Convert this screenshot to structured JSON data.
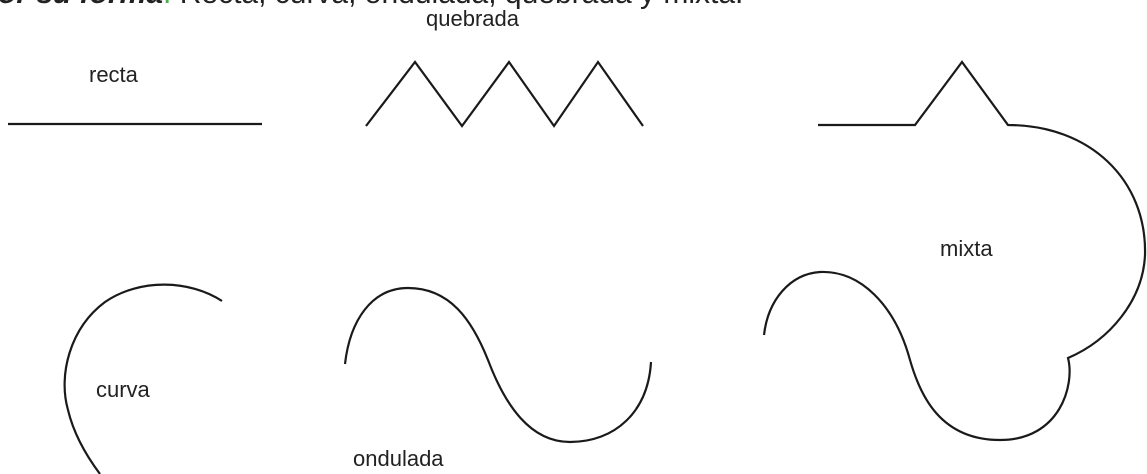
{
  "header": {
    "term": "Por su forma",
    "separator": ": ",
    "description": "Recta, curva, ondulada, quebrada y mixta."
  },
  "labels": {
    "recta": "recta",
    "quebrada": "quebrada",
    "mixta": "mixta",
    "curva": "curva",
    "ondulada": "ondulada"
  },
  "colors": {
    "separator": "#4caf50",
    "text": "#222222",
    "line": "#1a1a1a"
  }
}
